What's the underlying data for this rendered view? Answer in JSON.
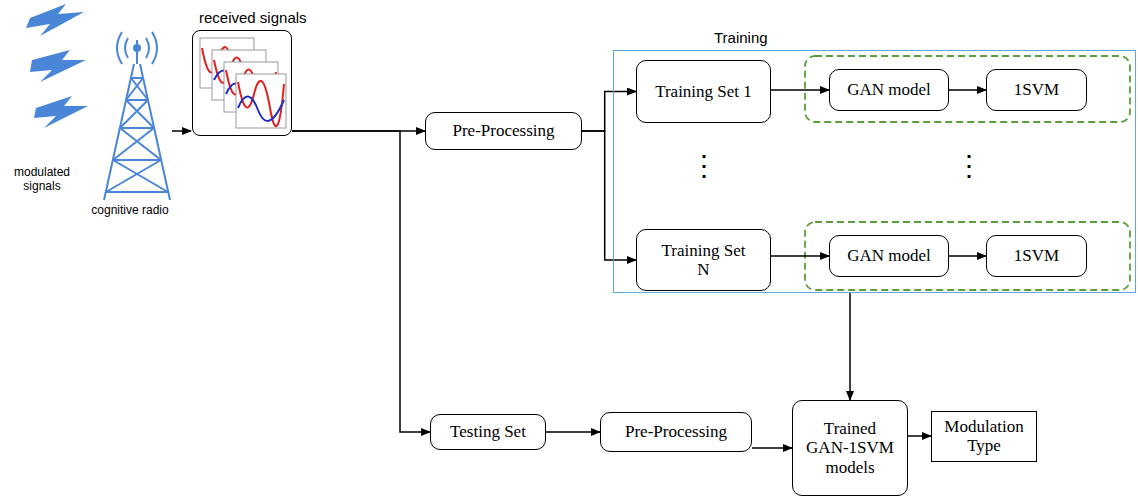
{
  "diagram": {
    "nodes": [
      {
        "text": [
          "received signals"
        ]
      },
      {
        "text": [
          "Pre-Processing"
        ]
      },
      {
        "text": [
          "Training"
        ]
      },
      {
        "text": [
          "Training Set 1"
        ],
        "in": 2
      },
      {
        "text": [
          "GAN model"
        ],
        "in": 2
      },
      {
        "text": [
          "1SVM"
        ],
        "in": 2
      },
      {
        "text": [
          "Training Set N"
        ],
        "in": 2
      },
      {
        "text": [
          "GAN model"
        ],
        "in": 2
      },
      {
        "text": [
          "1SVM"
        ],
        "in": 2
      },
      {
        "text": [
          "Testing Set"
        ]
      },
      {
        "text": [
          "Pre-Processing"
        ]
      },
      {
        "text": [
          "Trained GAN-1SVM models"
        ]
      },
      {
        "text": [
          "Modulation Type"
        ]
      }
    ],
    "edges": [
      {
        "from": 0,
        "to": 1,
        "arrow": "to"
      },
      {
        "from": 0,
        "to": 9,
        "arrow": "to"
      },
      {
        "from": 1,
        "to": 3,
        "arrow": "to"
      },
      {
        "from": 1,
        "to": 6,
        "arrow": "to"
      },
      {
        "from": 3,
        "to": 4,
        "arrow": "to"
      },
      {
        "from": 4,
        "to": 5,
        "arrow": "to"
      },
      {
        "from": 6,
        "to": 7,
        "arrow": "to"
      },
      {
        "from": 7,
        "to": 8,
        "arrow": "to"
      },
      {
        "from": 2,
        "to": 11,
        "arrow": "to"
      },
      {
        "from": 9,
        "to": 10,
        "arrow": "to"
      },
      {
        "from": 10,
        "to": 11,
        "arrow": "to"
      },
      {
        "from": 11,
        "to": 12,
        "arrow": "to"
      }
    ],
    "labels": [
      "modulated signals",
      "cognitive radio",
      "⋮",
      "⋮"
    ]
  }
}
